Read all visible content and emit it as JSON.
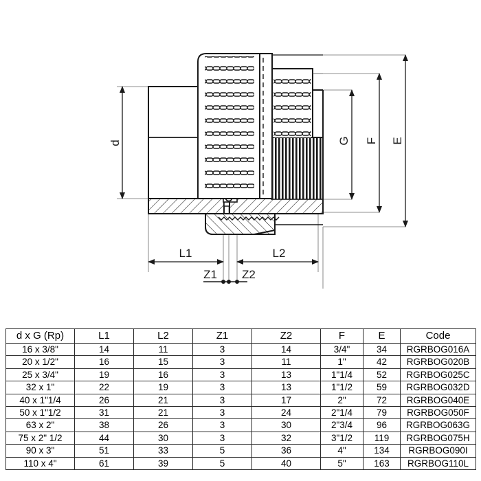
{
  "drawing": {
    "title": "union-fitting-cross-section",
    "dimension_labels": {
      "d": "d",
      "G": "G",
      "F": "F",
      "E": "E",
      "L1": "L1",
      "L2": "L2",
      "Z1": "Z1",
      "Z2": "Z2"
    }
  },
  "table": {
    "headers": [
      "d x G (Rp)",
      "L1",
      "L2",
      "Z1",
      "Z2",
      "F",
      "E",
      "Code"
    ],
    "rows": [
      [
        "16 x 3/8\"",
        "14",
        "11",
        "3",
        "14",
        "3/4\"",
        "34",
        "RGRBOG016A"
      ],
      [
        "20 x 1/2\"",
        "16",
        "15",
        "3",
        "11",
        "1\"",
        "42",
        "RGRBOG020B"
      ],
      [
        "25 x 3/4\"",
        "19",
        "16",
        "3",
        "13",
        "1\"1/4",
        "52",
        "RGRBOG025C"
      ],
      [
        "32 x 1\"",
        "22",
        "19",
        "3",
        "13",
        "1\"1/2",
        "59",
        "RGRBOG032D"
      ],
      [
        "40 x 1\"1/4",
        "26",
        "21",
        "3",
        "17",
        "2\"",
        "72",
        "RGRBOG040E"
      ],
      [
        "50 x 1\"1/2",
        "31",
        "21",
        "3",
        "24",
        "2\"1/4",
        "79",
        "RGRBOG050F"
      ],
      [
        "63 x 2\"",
        "38",
        "26",
        "3",
        "30",
        "2\"3/4",
        "96",
        "RGRBOG063G"
      ],
      [
        "75 x 2\" 1/2",
        "44",
        "30",
        "3",
        "32",
        "3\"1/2",
        "119",
        "RGRBOG075H"
      ],
      [
        "90 x 3\"",
        "51",
        "33",
        "5",
        "36",
        "4\"",
        "134",
        "RGRBOG090I"
      ],
      [
        "110 x 4\"",
        "61",
        "39",
        "5",
        "40",
        "5\"",
        "163",
        "RGRBOG110L"
      ]
    ]
  },
  "colors": {
    "line": "#1a1a1a",
    "thin_line": "#555555",
    "background": "#ffffff"
  }
}
